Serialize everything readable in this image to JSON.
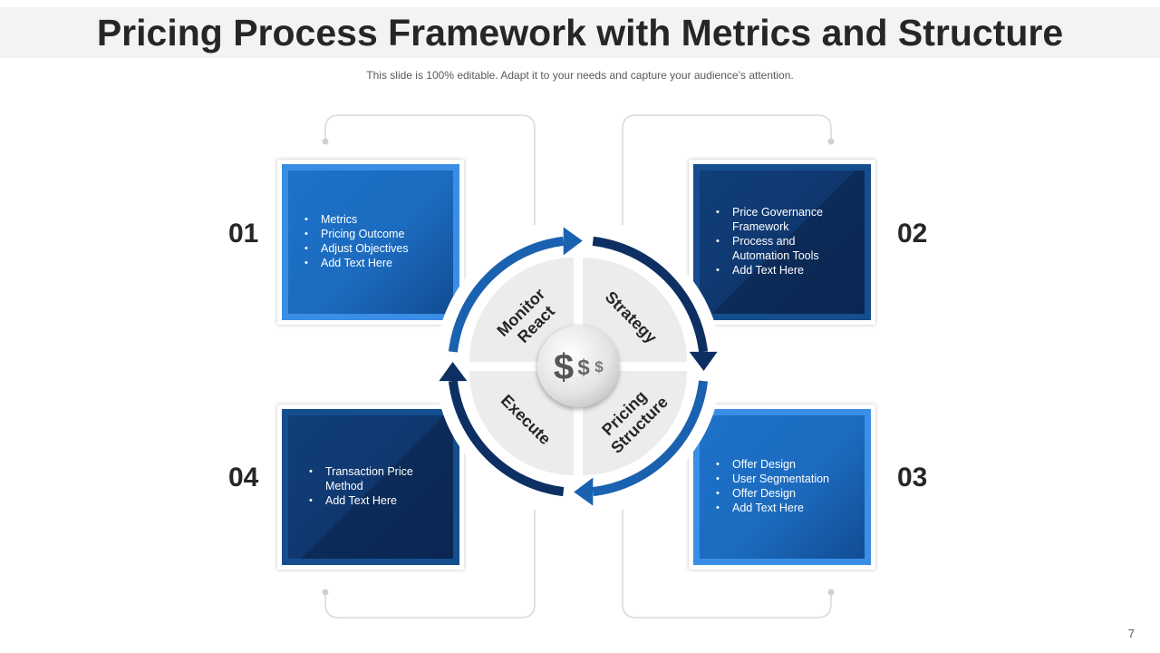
{
  "header": {
    "title": "Pricing Process Framework with Metrics and Structure",
    "subtitle": "This slide is 100% editable. Adapt it to your needs and capture your audience’s attention."
  },
  "cycle": {
    "center_icon": "dollar-signs-icon",
    "center_symbols": [
      "$",
      "$",
      "$"
    ],
    "segments": [
      {
        "lines": [
          "Monitor",
          "React"
        ]
      },
      {
        "lines": [
          "Strategy"
        ]
      },
      {
        "lines": [
          "Pricing",
          "Structure"
        ]
      },
      {
        "lines": [
          "Execute"
        ]
      }
    ]
  },
  "boxes": [
    {
      "number": "01",
      "items": [
        "Metrics",
        "Pricing Outcome",
        "Adjust Objectives",
        "Add Text Here"
      ]
    },
    {
      "number": "02",
      "items": [
        "Price Governance Framework",
        "Process and Automation Tools",
        "Add Text Here"
      ]
    },
    {
      "number": "03",
      "items": [
        "Offer Design",
        "User Segmentation",
        "Offer Design",
        "Add Text Here"
      ]
    },
    {
      "number": "04",
      "items": [
        "Transaction Price Method",
        "Add Text Here"
      ]
    }
  ],
  "footer": {
    "page_number": "7"
  },
  "colors": {
    "light_blue": "#1d72c9",
    "dark_blue": "#0f3870",
    "arrow_blue": "#1a62b0",
    "arrow_navy": "#0d2f62",
    "segment_gray": "#ececec",
    "text_dark": "#262626"
  }
}
